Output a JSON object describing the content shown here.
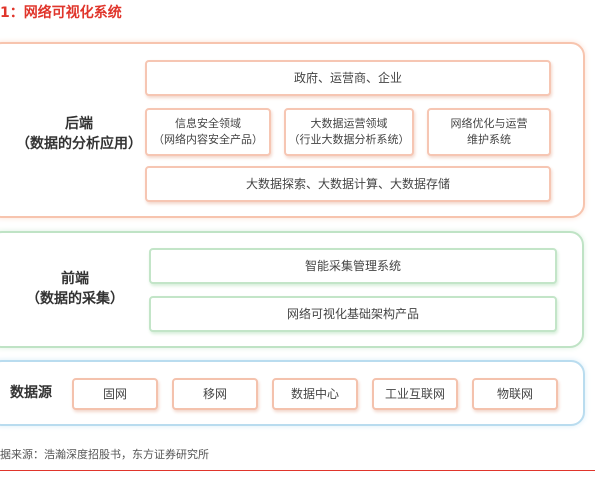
{
  "title": "1：网络可视化系统",
  "backend": {
    "label_line1": "后端",
    "label_line2": "（数据的分析应用）",
    "top_box": "政府、运营商、企业",
    "middle_boxes": [
      {
        "line1": "信息安全领域",
        "line2": "（网络内容安全产品）"
      },
      {
        "line1": "大数据运营领域",
        "line2": "（行业大数据分析系统）"
      },
      {
        "line1": "网络优化与运营",
        "line2": "维护系统"
      }
    ],
    "bottom_box": "大数据探索、大数据计算、大数据存储"
  },
  "frontend": {
    "label_line1": "前端",
    "label_line2": "（数据的采集）",
    "boxes": [
      "智能采集管理系统",
      "网络可视化基础架构产品"
    ]
  },
  "datasource": {
    "label": "数据源",
    "boxes": [
      "固网",
      "移网",
      "数据中心",
      "工业互联网",
      "物联网"
    ]
  },
  "source_note": "据来源：浩瀚深度招股书，东方证券研究所",
  "colors": {
    "title": "#e0352b",
    "backend_border": "#f7c4ae",
    "frontend_border": "#bfe3c5",
    "datasource_border": "#b9dcef"
  }
}
